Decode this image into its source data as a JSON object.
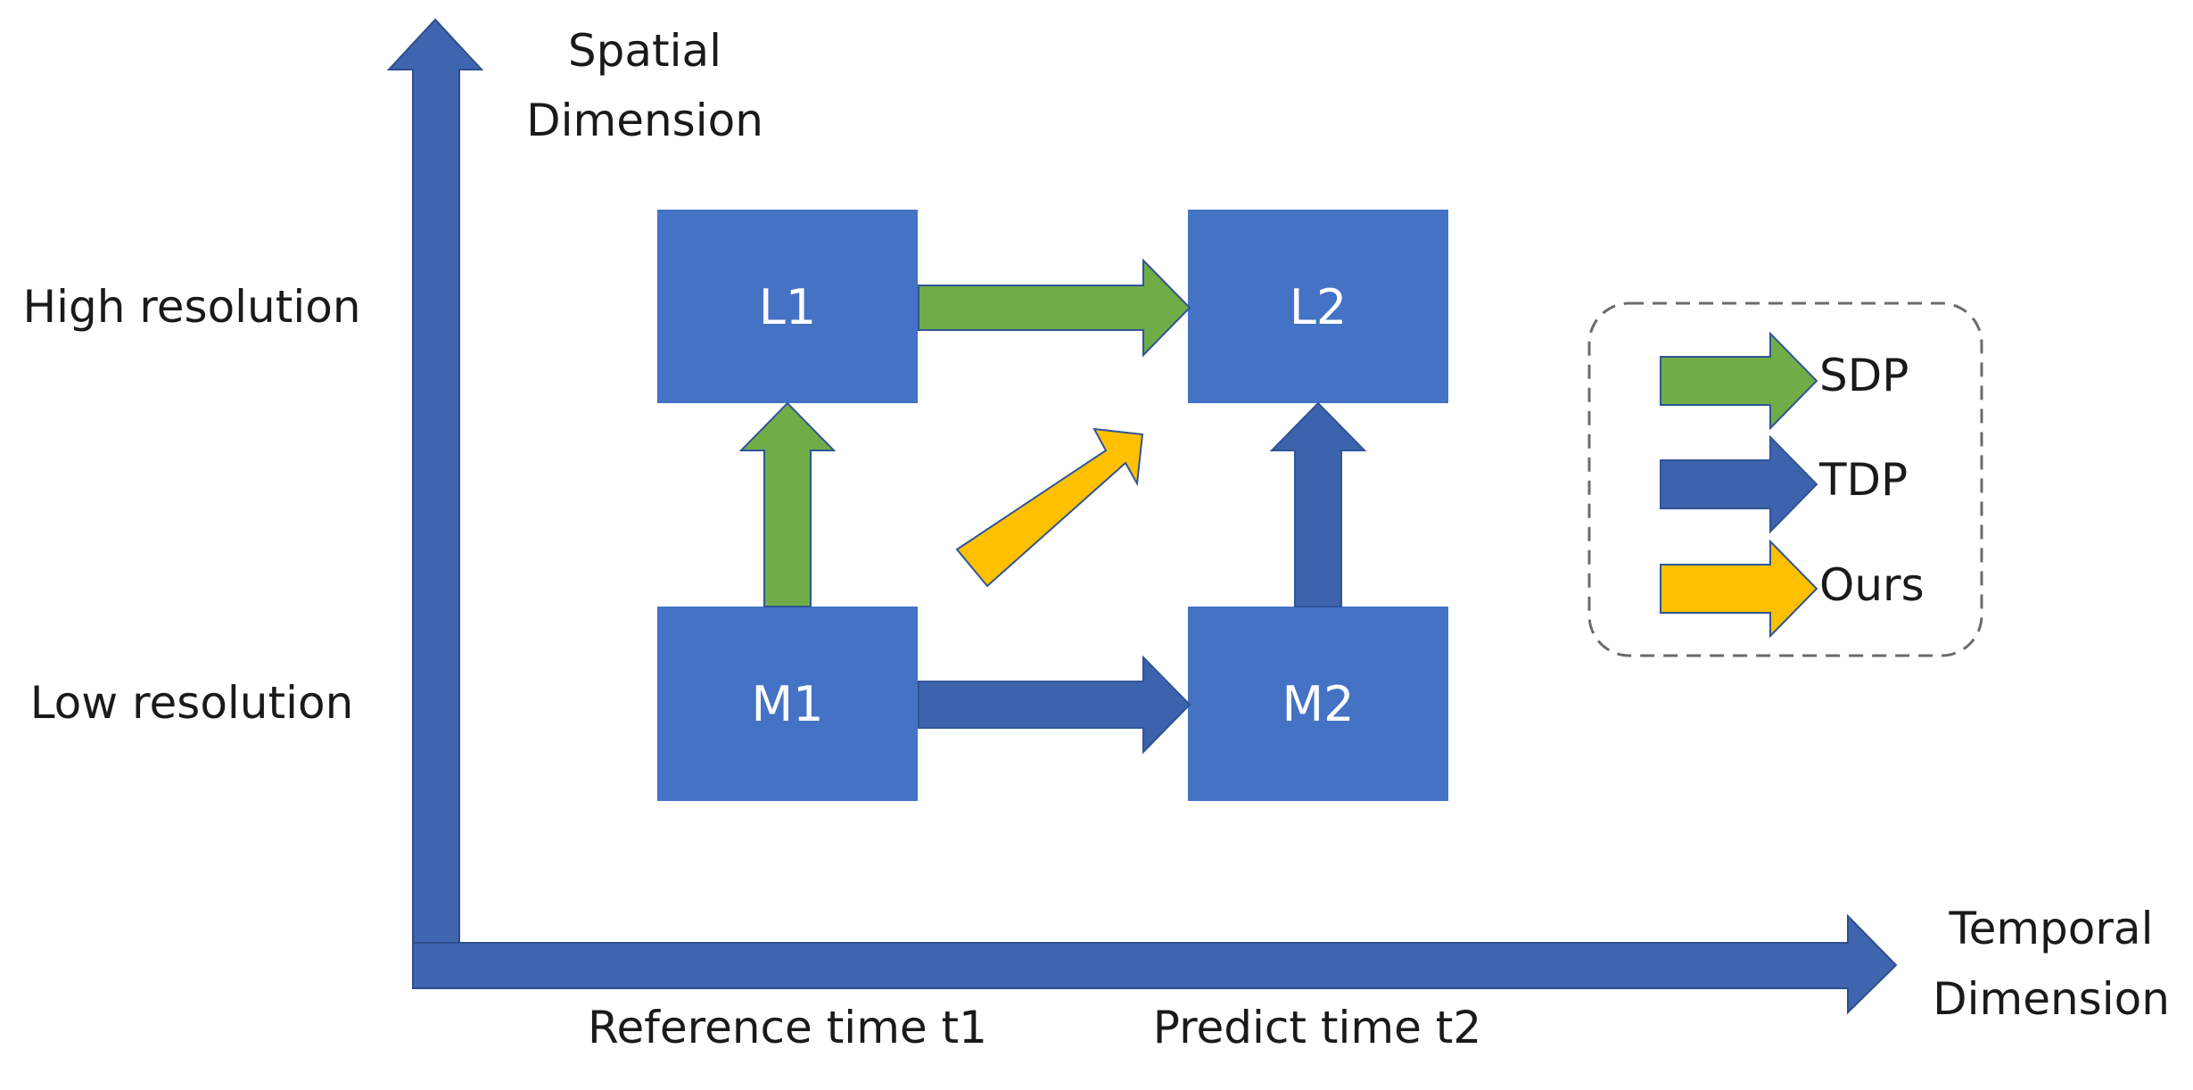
{
  "axes": {
    "y_label_line1": "Spatial",
    "y_label_line2": "Dimension",
    "x_label_line1": "Temporal",
    "x_label_line2": "Dimension",
    "high_resolution": "High resolution",
    "low_resolution": "Low resolution",
    "reference_time": "Reference time t1",
    "predict_time": "Predict time t2"
  },
  "boxes": {
    "l1": "L1",
    "l2": "L2",
    "m1": "M1",
    "m2": "M2"
  },
  "legend": {
    "sdp": "SDP",
    "tdp": "TDP",
    "ours": "Ours"
  },
  "colors": {
    "box_fill": "#4472C4",
    "axis_fill": "#3F65AE",
    "green": "#70AD47",
    "dark_blue": "#3D63AC",
    "yellow": "#FFC000",
    "text": "#1a1a1a"
  }
}
